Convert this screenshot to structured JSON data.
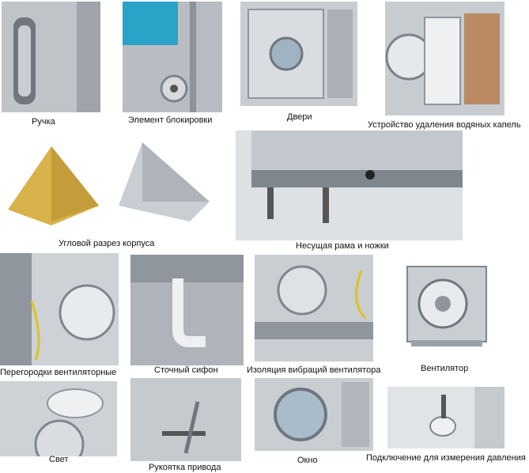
{
  "items": [
    {
      "key": "handle",
      "caption": "Ручка"
    },
    {
      "key": "lock",
      "caption": "Элемент блокировки"
    },
    {
      "key": "doors",
      "caption": "Двери"
    },
    {
      "key": "droplet",
      "caption": "Устройство удаления водяных капель"
    },
    {
      "key": "corner",
      "caption": "Угловой разрез корпуса"
    },
    {
      "key": "frame",
      "caption": "Несущая рама и ножки"
    },
    {
      "key": "partition",
      "caption": "Перегородки вентиляторные"
    },
    {
      "key": "siphon",
      "caption": "Сточный сифон"
    },
    {
      "key": "vibration",
      "caption": "Изоляция вибраций вентилятора"
    },
    {
      "key": "fan",
      "caption": "Вентилятор"
    },
    {
      "key": "light",
      "caption": "Свет"
    },
    {
      "key": "drive",
      "caption": "Рукоятка привода"
    },
    {
      "key": "window",
      "caption": "Окно"
    },
    {
      "key": "pressure",
      "caption": "Подключение для измерения давления"
    }
  ],
  "colors": {
    "panel_light": "#e4e7ea",
    "panel_dark": "#8f969d",
    "accent_blue": "#2aa3c9",
    "insulation": "#d8b24a",
    "cable_yellow": "#e0c21a"
  }
}
